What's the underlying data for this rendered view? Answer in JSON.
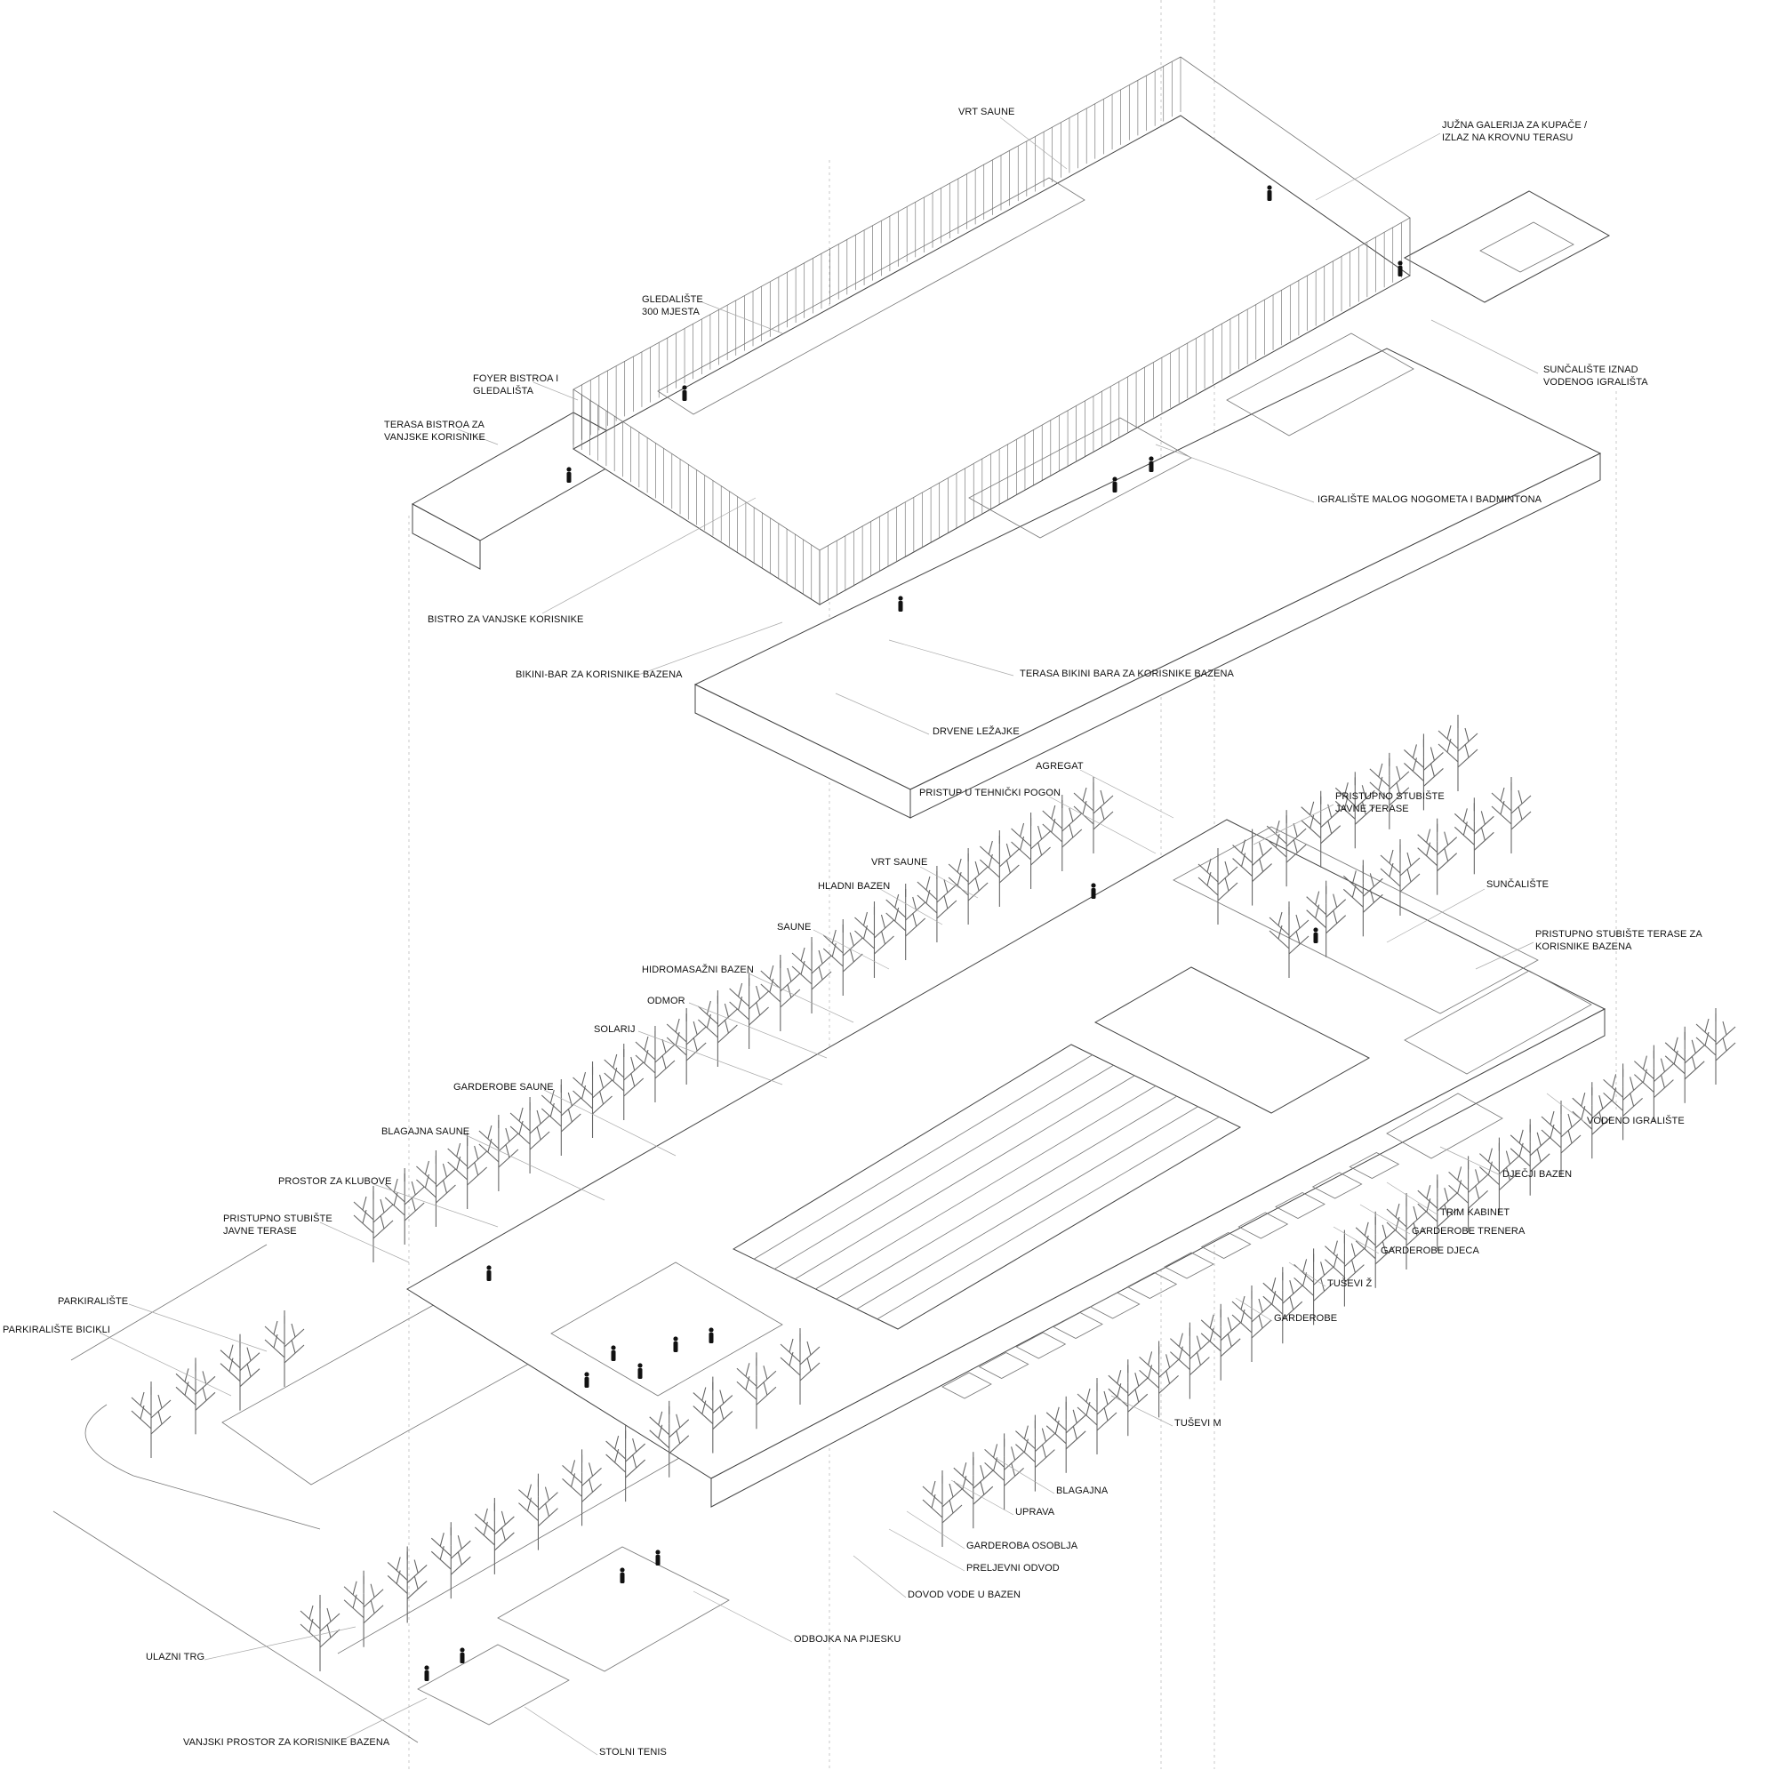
{
  "upper_level": {
    "labels": [
      {
        "id": "vrt-saune-upper",
        "text": "VRT SAUNE"
      },
      {
        "id": "juzna-galerija",
        "text": "JUŽNA GALERIJA ZA KUPAČE /\nIZLAZ NA KROVNU TERASU"
      },
      {
        "id": "gledaliste",
        "text": "GLEDALIŠTE\n300 MJESTA"
      },
      {
        "id": "foyer",
        "text": "FOYER BISTROA I\nGLEDALIŠTA"
      },
      {
        "id": "terasa-bistroa",
        "text": "TERASA BISTROA ZA\nVANJSKE KORISNIKE"
      },
      {
        "id": "suncaliste-iznad",
        "text": "SUNČALIŠTE IZNAD\nVODENOG IGRALIŠTA"
      },
      {
        "id": "igraliste",
        "text": "IGRALIŠTE MALOG NOGOMETA I BADMINTONA"
      },
      {
        "id": "bistro",
        "text": "BISTRO ZA VANJSKE KORISNIKE"
      },
      {
        "id": "bikini-bar",
        "text": "BIKINI-BAR ZA KORISNIKE BAZENA"
      },
      {
        "id": "terasa-bikini",
        "text": "TERASA BIKINI BARA ZA KORISNIKE BAZENA"
      },
      {
        "id": "lezajke",
        "text": "DRVENE LEŽAJKE"
      }
    ]
  },
  "ground_level": {
    "labels": [
      {
        "id": "agregat",
        "text": "AGREGAT"
      },
      {
        "id": "pristup-tehnicki",
        "text": "PRISTUP U TEHNIČKI POGON"
      },
      {
        "id": "stubiste-javne-1",
        "text": "PRISTUPNO STUBIŠTE\nJAVNE TERASE"
      },
      {
        "id": "vrt-saune",
        "text": "VRT SAUNE"
      },
      {
        "id": "hladni-bazen",
        "text": "HLADNI BAZEN"
      },
      {
        "id": "suncaliste",
        "text": "SUNČALIŠTE"
      },
      {
        "id": "saune",
        "text": "SAUNE"
      },
      {
        "id": "stubiste-terase-bazena",
        "text": "PRISTUPNO STUBIŠTE  TERASE ZA\nKORISNIKE BAZENA"
      },
      {
        "id": "hidromasazni",
        "text": "HIDROMASAŽNI BAZEN"
      },
      {
        "id": "odmor",
        "text": "ODMOR"
      },
      {
        "id": "solarij",
        "text": "SOLARIJ"
      },
      {
        "id": "garderobe-saune",
        "text": "GARDEROBE SAUNE"
      },
      {
        "id": "blagajna-saune",
        "text": "BLAGAJNA SAUNE"
      },
      {
        "id": "prostor-klubove",
        "text": "PROSTOR ZA KLUBOVE"
      },
      {
        "id": "stubiste-javne-2",
        "text": "PRISTUPNO STUBIŠTE\nJAVNE TERASE"
      },
      {
        "id": "vodeno-igraliste",
        "text": "VODENO IGRALIŠTE"
      },
      {
        "id": "djecji-bazen",
        "text": "DJEČJI BAZEN"
      },
      {
        "id": "trim-kabinet",
        "text": "TRIM KABINET"
      },
      {
        "id": "garderobe-trenera",
        "text": "GARDEROBE TRENERA"
      },
      {
        "id": "garderobe-djeca",
        "text": "GARDEROBE DJECA"
      },
      {
        "id": "tusevi-z",
        "text": "TUŠEVI Ž"
      },
      {
        "id": "garderobe",
        "text": "GARDEROBE"
      },
      {
        "id": "parkiraliste",
        "text": "PARKIRALIŠTE"
      },
      {
        "id": "parkiraliste-bicikli",
        "text": "PARKIRALIŠTE BICIKLI"
      },
      {
        "id": "tusevi-m",
        "text": "TUŠEVI M"
      },
      {
        "id": "blagajna",
        "text": "BLAGAJNA"
      },
      {
        "id": "uprava",
        "text": "UPRAVA"
      },
      {
        "id": "garderoba-osoblja",
        "text": "GARDEROBA OSOBLJA"
      },
      {
        "id": "preljevni-odvod",
        "text": "PRELJEVNI ODVOD"
      },
      {
        "id": "dovod-vode",
        "text": "DOVOD VODE U BAZEN"
      },
      {
        "id": "odbojka",
        "text": "ODBOJKA NA PIJESKU"
      },
      {
        "id": "ulazni-trg",
        "text": "ULAZNI TRG"
      },
      {
        "id": "vanjski-prostor",
        "text": "VANJSKI PROSTOR ZA KORISNIKE BAZENA"
      },
      {
        "id": "stolni-tenis",
        "text": "STOLNI TENIS"
      }
    ]
  },
  "colors": {
    "line": "#444444",
    "label": "#111111",
    "background": "#ffffff"
  }
}
